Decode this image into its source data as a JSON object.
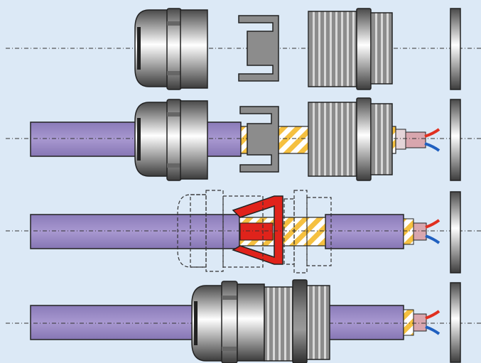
{
  "figure": {
    "kind": "cable gland assembly sequence",
    "steps": [
      {
        "id": "step-1-exploded-parts"
      },
      {
        "id": "step-2-cable-inserted"
      },
      {
        "id": "step-3-shield-folded-over-insert"
      },
      {
        "id": "step-4-gland-assembled"
      }
    ],
    "colors": {
      "background": "#dce9f6",
      "cable_jacket": "#9e8fc8",
      "shield_braid_yellow": "#f5c040",
      "clamp_insert_red": "#e0231b",
      "wire_red": "#e03020",
      "wire_blue": "#2060c0",
      "metal_light": "#f4f4f4",
      "metal_dark": "#5a5a5a",
      "ghost_outline": "#333333"
    }
  }
}
